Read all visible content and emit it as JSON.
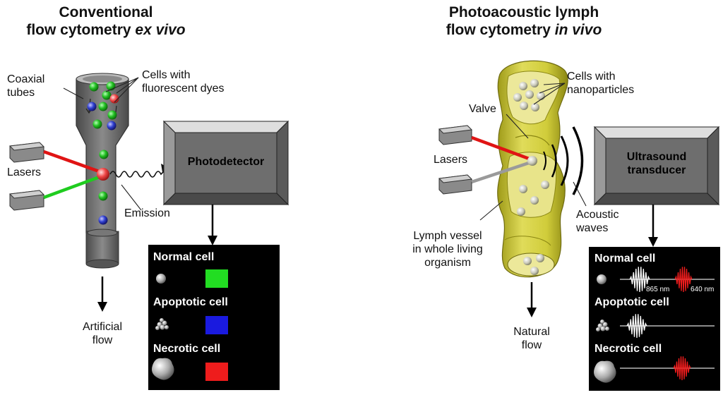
{
  "left": {
    "title_line1": "Conventional",
    "title_line2_a": "flow cytometry ",
    "title_line2_b": "ex vivo",
    "coaxial_l1": "Coaxial",
    "coaxial_l2": "tubes",
    "cells_l1": "Cells with",
    "cells_l2": "fluorescent dyes",
    "lasers": "Lasers",
    "emission": "Emission",
    "detector": "Photodetector",
    "flow_l1": "Artificial",
    "flow_l2": "flow",
    "panel": {
      "normal": "Normal cell",
      "apoptotic": "Apoptotic cell",
      "necrotic": "Necrotic cell",
      "colors": {
        "normal": "#22dd22",
        "apoptotic": "#1a1adf",
        "necrotic": "#ee1c1c"
      }
    }
  },
  "right": {
    "title_line1": "Photoacoustic lymph",
    "title_line2_a": "flow cytometry ",
    "title_line2_b": "in vivo",
    "cells_l1": "Cells with",
    "cells_l2": "nanoparticles",
    "valve": "Valve",
    "lasers": "Lasers",
    "transducer_l1": "Ultrasound",
    "transducer_l2": "transducer",
    "acoustic_l1": "Acoustic",
    "acoustic_l2": "waves",
    "vessel_l1": "Lymph vessel",
    "vessel_l2": "in whole living",
    "vessel_l3": "organism",
    "flow_l1": "Natural",
    "flow_l2": "flow",
    "panel": {
      "normal": "Normal cell",
      "apoptotic": "Apoptotic cell",
      "necrotic": "Necrotic cell",
      "wl_865": "865 nm",
      "wl_640": "640 nm"
    }
  },
  "colors": {
    "laser_red": "#e01414",
    "laser_green": "#1fcc1f",
    "laser_gray": "#9a9a9a",
    "tube": "#666666",
    "vessel": "#d6d23a",
    "box": "#6e6e6e",
    "panel_bg": "#000000"
  }
}
